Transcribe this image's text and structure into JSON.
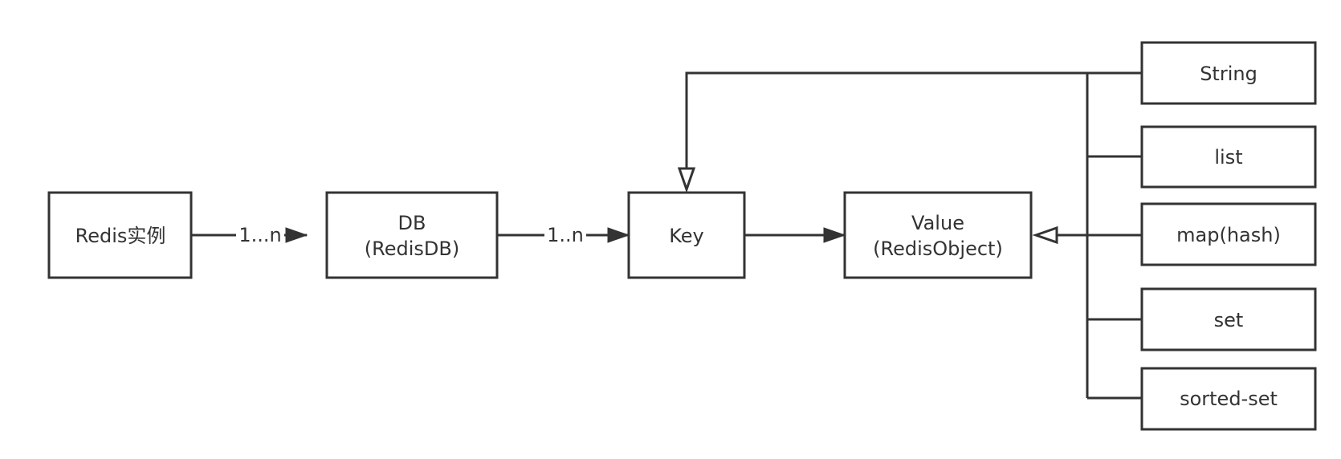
{
  "diagram": {
    "nodes": {
      "redis_instance": {
        "label": "Redis实例"
      },
      "db": {
        "line1": "DB",
        "line2": "(RedisDB)"
      },
      "key": {
        "label": "Key"
      },
      "value": {
        "line1": "Value",
        "line2": "(RedisObject)"
      },
      "string": {
        "label": "String"
      },
      "list": {
        "label": "list"
      },
      "map_hash": {
        "label": "map(hash)"
      },
      "set": {
        "label": "set"
      },
      "sorted_set": {
        "label": "sorted-set"
      }
    },
    "edges": {
      "instance_to_db": {
        "label": "1...n"
      },
      "db_to_key": {
        "label": "1..n"
      }
    }
  }
}
